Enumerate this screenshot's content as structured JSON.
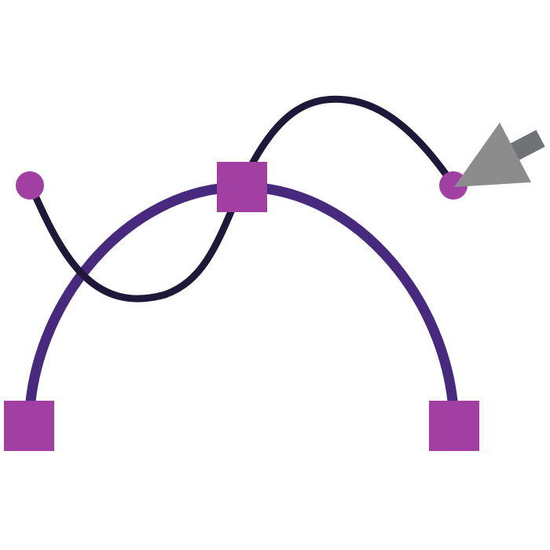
{
  "icon": {
    "name": "bezier-curve-pen-tool-icon",
    "colors": {
      "arc": "#472a7d",
      "handle_curve": "#1f1838",
      "anchor": "#a13fa3",
      "cursor": "#8c8c8c",
      "cursor_tail": "#6f7377",
      "background": "#ffffff"
    },
    "parts": [
      "arc-stroke",
      "handle-curve",
      "anchor-left",
      "anchor-top",
      "anchor-right",
      "control-point-left",
      "control-point-right",
      "pointer-arrow"
    ]
  }
}
